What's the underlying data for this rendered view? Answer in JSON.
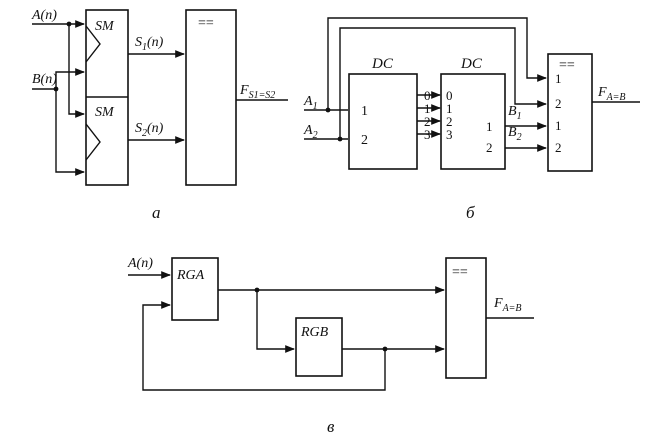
{
  "diagram_a": {
    "input_a": "A(n)",
    "input_b": "B(n)",
    "adder_top": "SM",
    "adder_bottom": "SM",
    "sum1": "S",
    "sum1_sub": "1",
    "sum1_suffix": "(n)",
    "sum2": "S",
    "sum2_sub": "2",
    "sum2_suffix": "(n)",
    "comparator": "==",
    "output": "F",
    "output_sub": "S1=S2",
    "caption": "a"
  },
  "diagram_b": {
    "in_a1": "A",
    "in_a1_sub": "1",
    "in_a2": "A",
    "in_a2_sub": "2",
    "dc1_title": "DC",
    "dc1_in1": "1",
    "dc1_in2": "2",
    "dc2_title": "DC",
    "dc2_in0": "0",
    "dc2_in1": "1",
    "dc2_in2": "2",
    "dc2_in3": "3",
    "dc2_out1": "1",
    "dc2_out2": "2",
    "dc1_out0": "0",
    "dc1_out1": "1",
    "dc1_out2": "2",
    "dc1_out3": "3",
    "b1": "B",
    "b1_sub": "1",
    "b2": "B",
    "b2_sub": "2",
    "comparator": "==",
    "cmp_in1": "1",
    "cmp_in2": "2",
    "cmp_in3": "1",
    "cmp_in4": "2",
    "output": "F",
    "output_sub": "A=B",
    "caption": "б"
  },
  "diagram_c": {
    "input_a": "A(n)",
    "rga": "RGA",
    "rgb": "RGB",
    "comparator": "==",
    "output": "F",
    "output_sub": "A=B",
    "caption": "в"
  }
}
